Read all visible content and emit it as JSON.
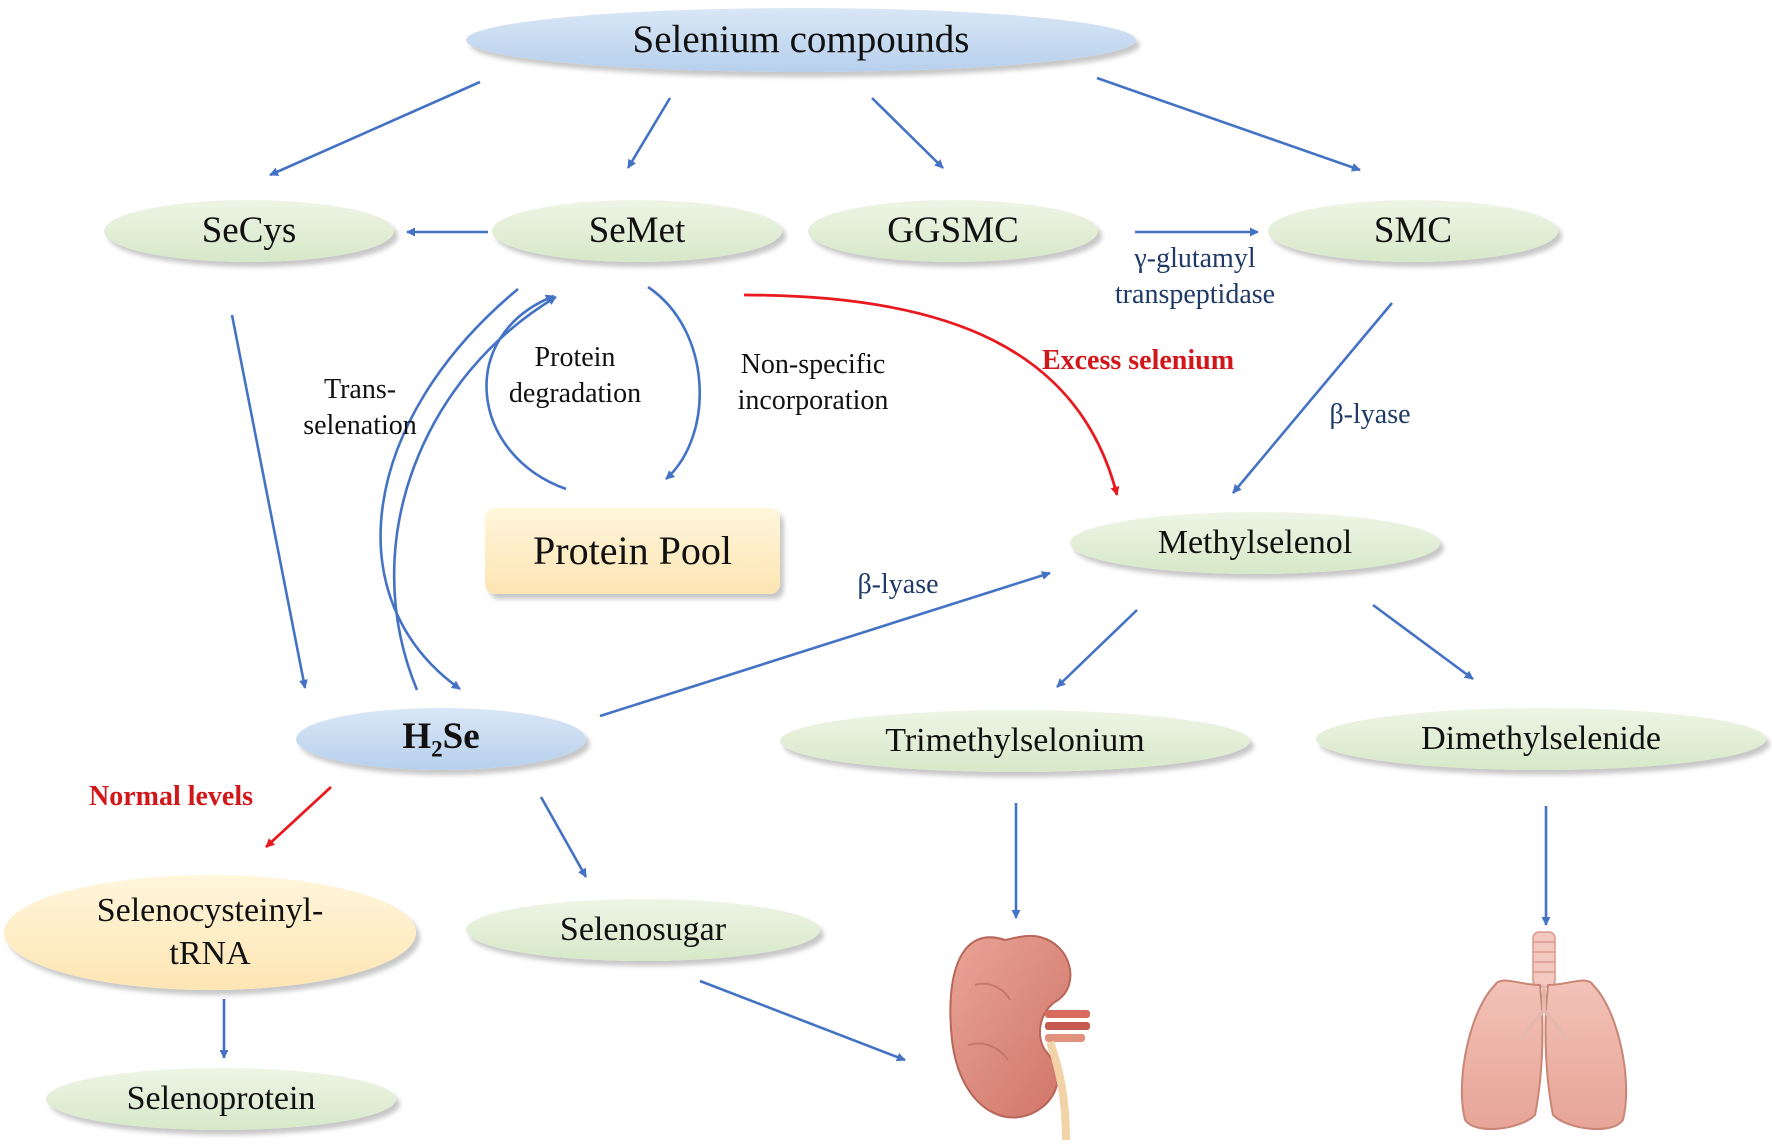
{
  "nodes": {
    "selenium_compounds": "Selenium compounds",
    "secys": "SeCys",
    "semet": "SeMet",
    "ggsmc": "GGSMC",
    "smc": "SMC",
    "protein_pool": "Protein Pool",
    "methylselenol": "Methylselenol",
    "h2se": {
      "main": "H",
      "sub": "2",
      "tail": "Se"
    },
    "trimethylselonium": "Trimethylselonium",
    "dimethylselenide": "Dimethylselenide",
    "selenocysteinyl_trna": {
      "line1": "Selenocysteinyl-",
      "line2": "tRNA"
    },
    "selenosugar": "Selenosugar",
    "selenoprotein": "Selenoprotein"
  },
  "labels": {
    "gamma_glutamyl": {
      "line1": "γ-glutamyl",
      "line2": "transpeptidase"
    },
    "beta_lyase_right": "β-lyase",
    "beta_lyase_mid": "β-lyase",
    "excess_selenium": "Excess selenium",
    "normal_levels": "Normal levels",
    "trans_selenation": {
      "line1": "Trans-",
      "line2": "selenation"
    },
    "protein_degradation": {
      "line1": "Protein",
      "line2": "degradation"
    },
    "nonspecific_incorporation": {
      "line1": "Non-specific",
      "line2": "incorporation"
    }
  },
  "colors": {
    "arrow_blue": "#4472c4",
    "arrow_red": "#e8191f",
    "label_red": "#d2171b",
    "label_navy": "#1f3a66"
  },
  "icons": [
    "kidney-icon",
    "lungs-icon"
  ]
}
